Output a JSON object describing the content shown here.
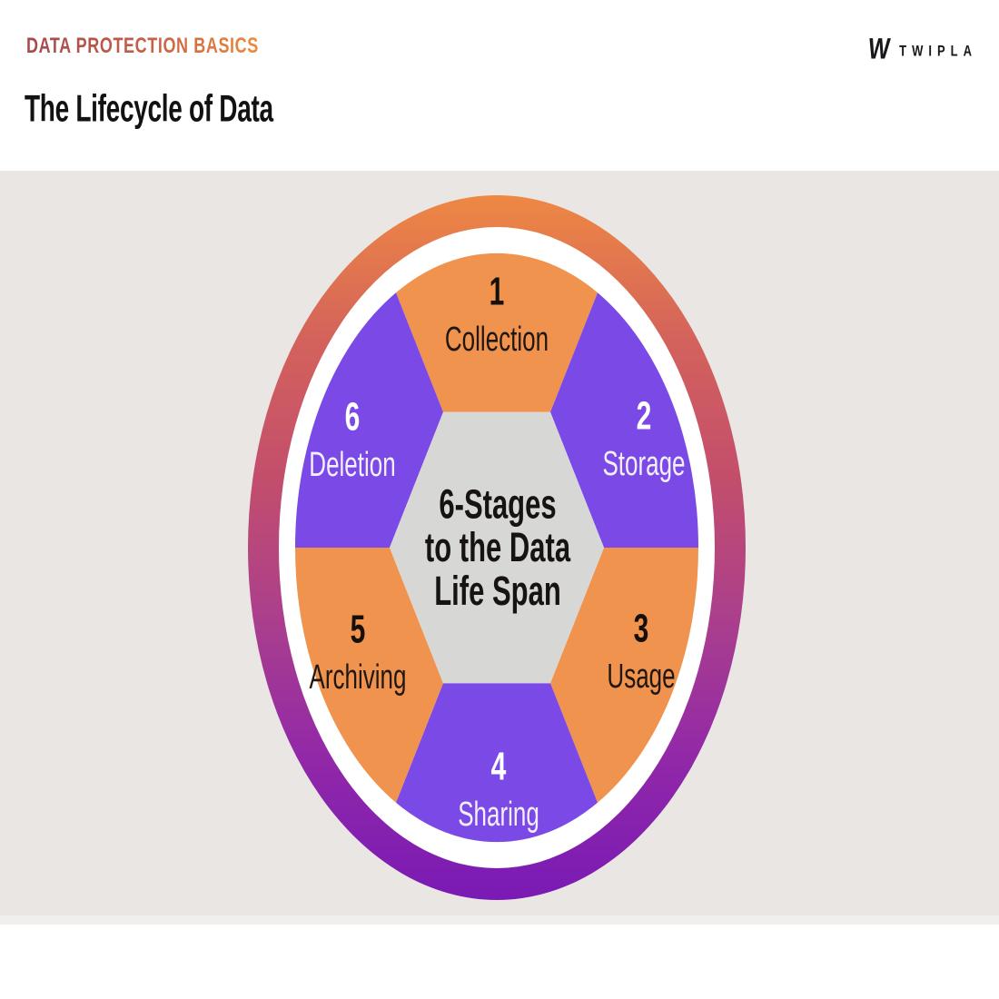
{
  "header": {
    "eyebrow": "DATA PROTECTION BASICS",
    "title": "The Lifecycle of Data"
  },
  "brand": {
    "mark": "W",
    "name": "TWIPLA"
  },
  "diagram": {
    "center_caption": {
      "line1": "6-Stages",
      "line2": "to the Data",
      "line3": "Life Span"
    },
    "stages": [
      {
        "number": "1",
        "label": "Collection",
        "segment_color": "orange"
      },
      {
        "number": "2",
        "label": "Storage",
        "segment_color": "purple"
      },
      {
        "number": "3",
        "label": "Usage",
        "segment_color": "orange"
      },
      {
        "number": "4",
        "label": "Sharing",
        "segment_color": "purple"
      },
      {
        "number": "5",
        "label": "Archiving",
        "segment_color": "orange"
      },
      {
        "number": "6",
        "label": "Deletion",
        "segment_color": "purple"
      }
    ],
    "colors": {
      "segment_orange": "#F0934E",
      "segment_purple": "#7B49E6",
      "hexagon_gray": "#D7D7D6",
      "ring_gradient_top": "#EE8843",
      "ring_gradient_mid": "#C34E6C",
      "ring_gradient_bottom": "#7A1AB5",
      "white_ring": "#FFFFFF",
      "panel_background": "#E9E6E4",
      "eyebrow_gradient_start": "#A4494E",
      "eyebrow_gradient_end": "#ED8A3C",
      "title_color": "#121212"
    }
  }
}
